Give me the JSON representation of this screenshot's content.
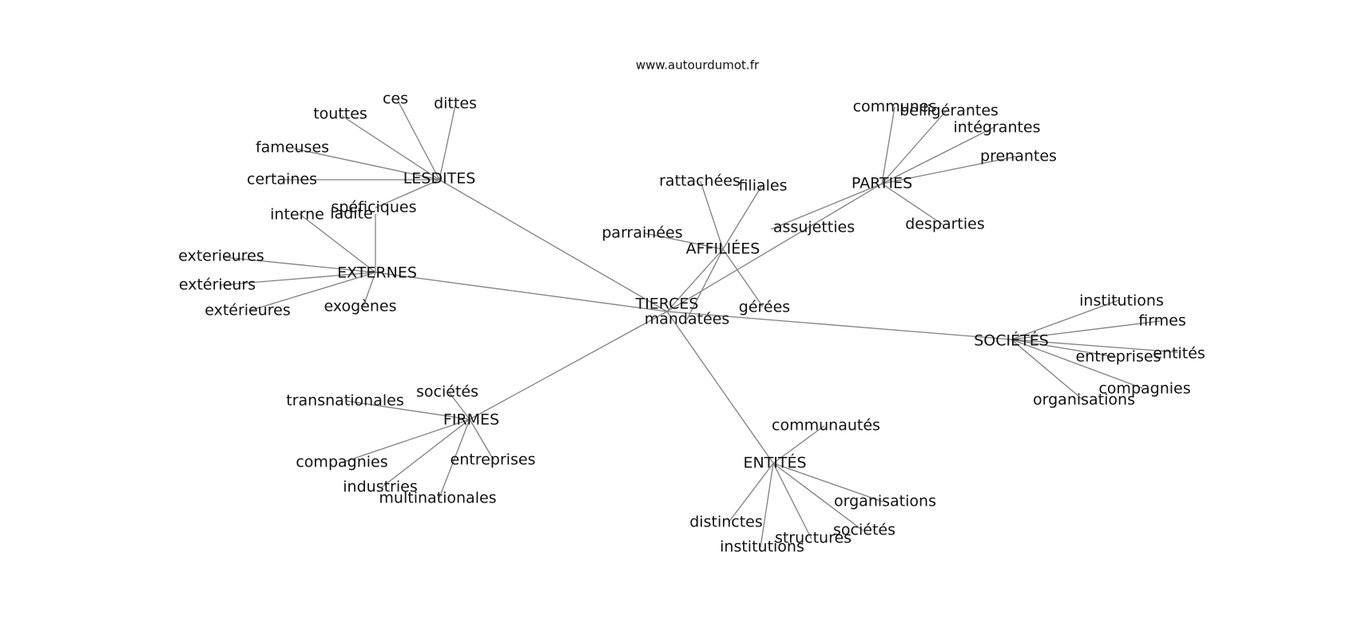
{
  "source": "www.autourdumot.fr",
  "center": "TIERCES",
  "edge_color": "#7f7f7f",
  "clusters": [
    {
      "hub": "LESDITES",
      "leaves": [
        "ces",
        "dittes",
        "touttes",
        "fameuses",
        "certaines",
        "spéficiques"
      ]
    },
    {
      "hub": "EXTERNES",
      "leaves": [
        "interne",
        "ladite",
        "exterieures",
        "extérieurs",
        "extérieures",
        "exogènes"
      ]
    },
    {
      "hub": "AFFILIÉES",
      "leaves": [
        "rattachées",
        "filiales",
        "parrainées",
        "gérées",
        "mandatées"
      ]
    },
    {
      "hub": "PARTIES",
      "leaves": [
        "communes",
        "belligérantes",
        "intégrantes",
        "prenantes",
        "desparties",
        "assujetties"
      ]
    },
    {
      "hub": "SOCIÉTÉS",
      "leaves": [
        "institutions",
        "firmes",
        "entreprises",
        "entités",
        "compagnies",
        "organisations"
      ]
    },
    {
      "hub": "FIRMES",
      "leaves": [
        "sociétés",
        "transnationales",
        "compagnies",
        "industries",
        "multinationales",
        "entreprises"
      ]
    },
    {
      "hub": "ENTITÉS",
      "leaves": [
        "communautés",
        "organisations",
        "sociétés",
        "structures",
        "institutions",
        "distinctes"
      ]
    }
  ]
}
